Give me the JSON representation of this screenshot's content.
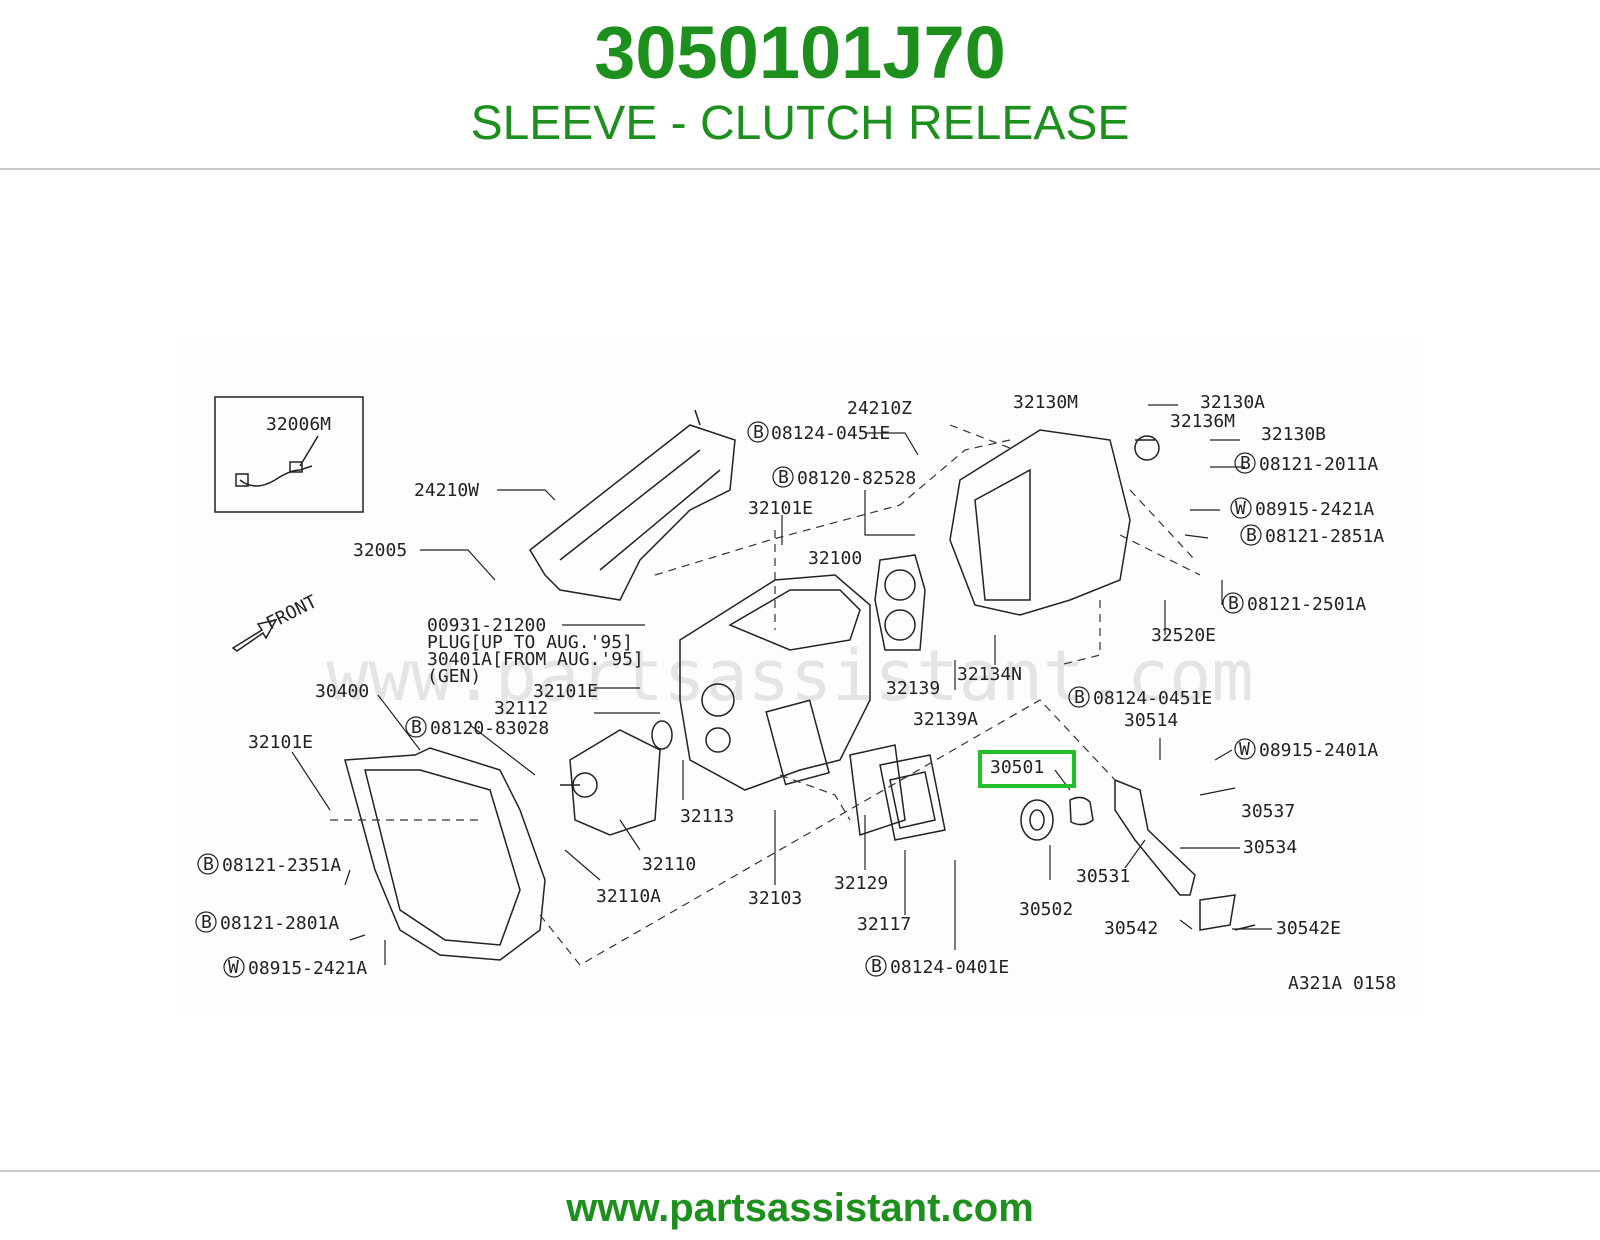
{
  "header": {
    "part_number": "3050101J70",
    "description": "SLEEVE - CLUTCH RELEASE"
  },
  "footer": {
    "url": "www.partsassistant.com"
  },
  "diagram": {
    "watermark": "www.partsassistant.com",
    "front_label": "FRONT",
    "reference_code": "A321A 0158",
    "highlighted_part": "30501",
    "accent_color": "#1c8f1c",
    "highlight_color": "#22c02a",
    "callouts": {
      "c32006M": "32006M",
      "c24210W": "24210W",
      "c32005": "32005",
      "c24210Z": "24210Z",
      "c08124_0451E_top": "08124-0451E",
      "c08120_82528": "08120-82528",
      "c32101E_top": "32101E",
      "c32100": "32100",
      "c32130M": "32130M",
      "c32130A": "32130A",
      "c32136M": "32136M",
      "c32130B": "32130B",
      "c08121_2011A": "08121-2011A",
      "c08915_2421A_right": "08915-2421A",
      "c08121_2851A": "08121-2851A",
      "c08121_2501A": "08121-2501A",
      "c32520E": "32520E",
      "c00931_21200": "00931-21200",
      "plug_line1": "PLUG[UP TO AUG.'95]",
      "plug_line2": "30401A[FROM AUG.'95]",
      "plug_line3": "(GEN)",
      "c32139": "32139",
      "c32134N": "32134N",
      "c08124_0451E_mid": "08124-0451E",
      "c30400": "30400",
      "c32101E_mid": "32101E",
      "c32112": "32112",
      "c08120_83028": "08120-83028",
      "c32139A": "32139A",
      "c30514": "30514",
      "c08915_2401A": "08915-2401A",
      "c32101E_left": "32101E",
      "c30501": "30501",
      "c30537": "30537",
      "c30534": "30534",
      "c32113": "32113",
      "c08121_2351A": "08121-2351A",
      "c32110": "32110",
      "c32129": "32129",
      "c30531": "30531",
      "c32110A": "32110A",
      "c32103": "32103",
      "c30502": "30502",
      "c08121_2801A": "08121-2801A",
      "c32117": "32117",
      "c30542": "30542",
      "c30542E": "30542E",
      "c08915_2421A_left": "08915-2421A",
      "c08124_0401E": "08124-0401E"
    },
    "circle_prefixes": {
      "bolt": "B",
      "washer": "W"
    }
  }
}
